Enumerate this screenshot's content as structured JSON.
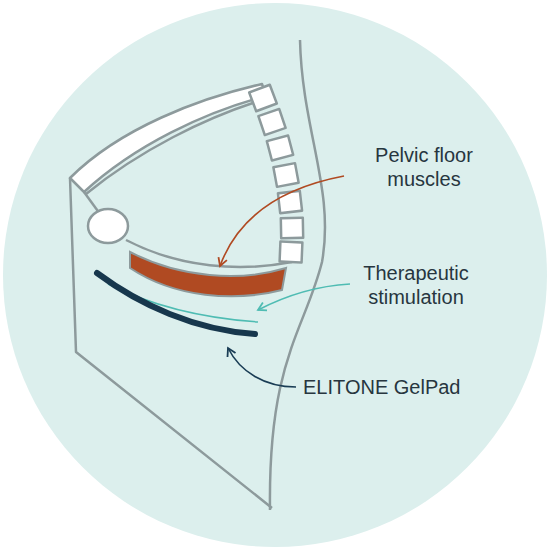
{
  "diagram": {
    "labels": [
      "Pelvic floor muscles",
      "Therapeutic stimulation",
      "ELITONE GelPad"
    ]
  }
}
